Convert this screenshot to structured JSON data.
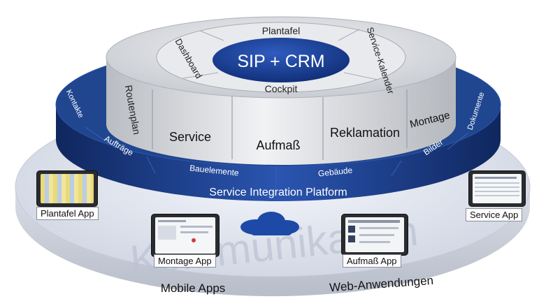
{
  "core": {
    "title": "SIP + CRM"
  },
  "inner_ring": {
    "top": "Plantafel",
    "left": "Dashboard",
    "right": "Service-Kalender",
    "bottom": "Cockpit"
  },
  "drum_segments": [
    "Routenplan",
    "Service",
    "Aufmaß",
    "Reklamation",
    "Montage"
  ],
  "blue_ring": {
    "left_top": "Kontakte",
    "left": "Aufträge",
    "front_left": "Bauelemente",
    "front_right": "Gebäude",
    "right": "Bilder",
    "right_top": "Dokumente",
    "band_label": "Service Integration Platform"
  },
  "base": {
    "watermark": "Kommunikation",
    "mobile_label": "Mobile Apps",
    "web_label": "Web-Anwendungen"
  },
  "apps": {
    "plantafel": "Plantafel App",
    "montage": "Montage App",
    "aufmass": "Aufmaß App",
    "service": "Service App"
  },
  "colors": {
    "blue": "#1b3f8f",
    "core_blue": "#173a8a",
    "drum_grey": "#d6d8dc",
    "base_grey": "#e4e7ef"
  }
}
